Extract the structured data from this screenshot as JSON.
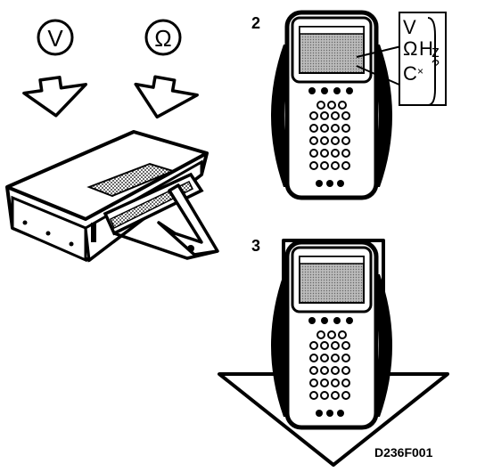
{
  "symbols": {
    "volt": "V",
    "ohm": "Ω"
  },
  "steps": {
    "two": "2",
    "three": "3"
  },
  "display_callout": {
    "line1": "V",
    "line2_a": "Ω",
    "line2_b": "H",
    "line2_c": "z",
    "line3_a": "C",
    "line3_b": "×",
    "line3_c": "?"
  },
  "figure_id": "D236F001",
  "colors": {
    "ink": "#000000",
    "paper": "#ffffff",
    "shade": "#888888"
  }
}
